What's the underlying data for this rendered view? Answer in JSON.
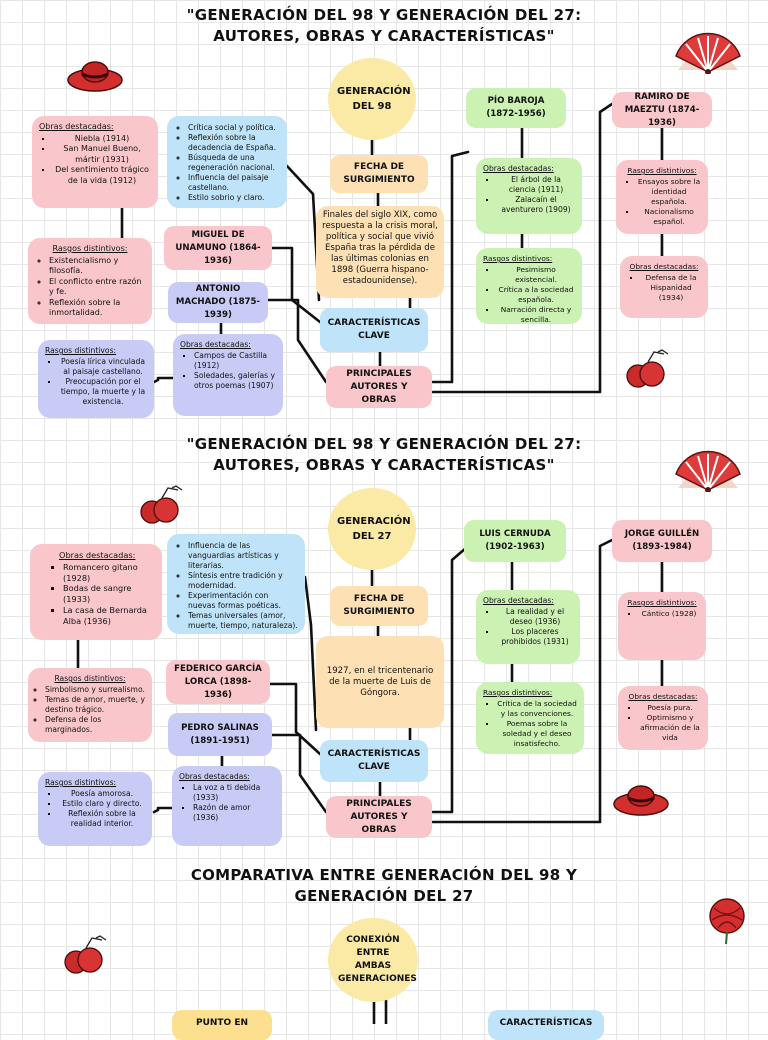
{
  "sections": [
    {
      "title": "\"GENERACIÓN DEL 98 Y GENERACIÓN DEL 27: AUTORES, OBRAS Y CARACTERÍSTICAS\"",
      "center": "GENERACIÓN DEL 98",
      "fecha_label": "FECHA DE SURGIMIENTO",
      "fecha_text": "Finales del siglo XIX, como respuesta a la crisis moral, política y social que vivió España tras la pérdida de las últimas colonias en 1898 (Guerra hispano-estadounidense).",
      "caracteristicas_label": "CARACTERÍSTICAS CLAVE",
      "principales_label": "PRINCIPALES AUTORES Y OBRAS",
      "caracteristicas": [
        "Crítica social y política.",
        "Reflexión sobre la decadencia de España.",
        "Búsqueda de una regeneración nacional.",
        "Influencia del paisaje castellano.",
        "Estilo sobrio y claro."
      ],
      "authorA": {
        "name": "MIGUEL DE UNAMUNO (1864-1936)",
        "obras_header": "Obras destacadas:",
        "obras": [
          "Niebla (1914)",
          "San Manuel Bueno, mártir (1931)",
          "Del sentimiento trágico de la vida (1912)"
        ],
        "rasgos_header": "Rasgos distintivos:",
        "rasgos": [
          "Existencialismo y filosofía.",
          "El conflicto entre razón y fe.",
          "Reflexión sobre la inmortalidad."
        ]
      },
      "authorB": {
        "name": "ANTONIO MACHADO (1875-1939)",
        "obras_header": "Obras destacadas:",
        "obras": [
          "Campos de Castilla (1912)",
          "Soledades, galerías y otros poemas (1907)"
        ],
        "rasgos_header": "Rasgos distintivos:",
        "rasgos": [
          "Poesía lírica vinculada al paisaje castellano.",
          "Preocupación por el tiempo, la muerte y la existencia."
        ]
      },
      "authorC": {
        "name": "PÍO BAROJA (1872-1956)",
        "obras_header": "Obras destacadas:",
        "obras": [
          "El árbol de la ciencia (1911)",
          "Zalacaín el aventurero (1909)"
        ],
        "rasgos_header": "Rasgos distintivos:",
        "rasgos": [
          "Pesimismo existencial.",
          "Crítica a la sociedad española.",
          "Narración directa y sencilla."
        ]
      },
      "authorD": {
        "name": "RAMIRO DE MAEZTU (1874-1936)",
        "rasgos_header": "Rasgos distintivos:",
        "rasgos": [
          "Ensayos sobre la identidad española.",
          "Nacionalismo español."
        ],
        "obras_header": "Obras destacadas:",
        "obras": [
          "Defensa de la Hispanidad (1934)"
        ]
      }
    },
    {
      "title": "\"GENERACIÓN DEL 98 Y GENERACIÓN DEL 27: AUTORES, OBRAS Y CARACTERÍSTICAS\"",
      "center": "GENERACIÓN DEL 27",
      "fecha_label": "FECHA DE SURGIMIENTO",
      "fecha_text": "1927, en el tricentenario de la muerte de Luis de Góngora.",
      "caracteristicas_label": "CARACTERÍSTICAS CLAVE",
      "principales_label": "PRINCIPALES AUTORES Y OBRAS",
      "caracteristicas": [
        "Influencia de las vanguardias artísticas y literarias.",
        "Síntesis entre tradición y modernidad.",
        "Experimentación con nuevas formas poéticas.",
        "Temas universales (amor, muerte, tiempo, naturaleza)."
      ],
      "authorA": {
        "name": "FEDERICO GARCÍA LORCA (1898-1936)",
        "obras_header": "Obras destacadas:",
        "obras": [
          "Romancero gitano (1928)",
          "Bodas de sangre (1933)",
          "La casa de Bernarda Alba (1936)"
        ],
        "rasgos_header": "Rasgos distintivos:",
        "rasgos": [
          "Simbolismo y surrealismo.",
          "Temas de amor, muerte, y destino trágico.",
          "Defensa de los marginados."
        ]
      },
      "authorB": {
        "name": "PEDRO SALINAS (1891-1951)",
        "obras_header": "Obras destacadas:",
        "obras": [
          "La voz a ti debida (1933)",
          "Razón de amor (1936)"
        ],
        "rasgos_header": "Rasgos distintivos:",
        "rasgos": [
          "Poesía amorosa.",
          "Estilo claro y directo.",
          "Reflexión sobre la realidad interior."
        ]
      },
      "authorC": {
        "name": "LUIS CERNUDA (1902-1963)",
        "obras_header": "Obras destacadas:",
        "obras": [
          "La realidad y el deseo (1936)",
          "Los placeres prohibidos (1931)"
        ],
        "rasgos_header": "Rasgos distintivos:",
        "rasgos": [
          "Crítica de la sociedad y las convenciones.",
          "Poemas sobre la soledad y el deseo insatisfecho."
        ]
      },
      "authorD": {
        "name": "JORGE GUILLÉN (1893-1984)",
        "rasgos_header": "Rasgos distintivos:",
        "rasgos": [
          "Cántico (1928)"
        ],
        "obras_header": "Obras destacadas:",
        "obras": [
          "Poesía pura.",
          "Optimismo y afirmación de la vida"
        ]
      }
    }
  ],
  "comparativa": {
    "title": "COMPARATIVA ENTRE GENERACIÓN DEL 98 Y GENERACIÓN DEL 27",
    "center": "CONEXIÓN ENTRE AMBAS GENERACIONES",
    "left_partial": "PUNTO EN",
    "right_partial": "CARACTERÍSTICAS"
  },
  "colors": {
    "pink": "#f9c7cb",
    "blue": "#bfe3f8",
    "lavender": "#c8cbf5",
    "green": "#cbf1b3",
    "peach": "#fde0b4",
    "yellow": "#fbe9a6"
  },
  "decorations": [
    "fan-icon",
    "hat-icon",
    "pomegranate-icon",
    "carnation-icon"
  ]
}
